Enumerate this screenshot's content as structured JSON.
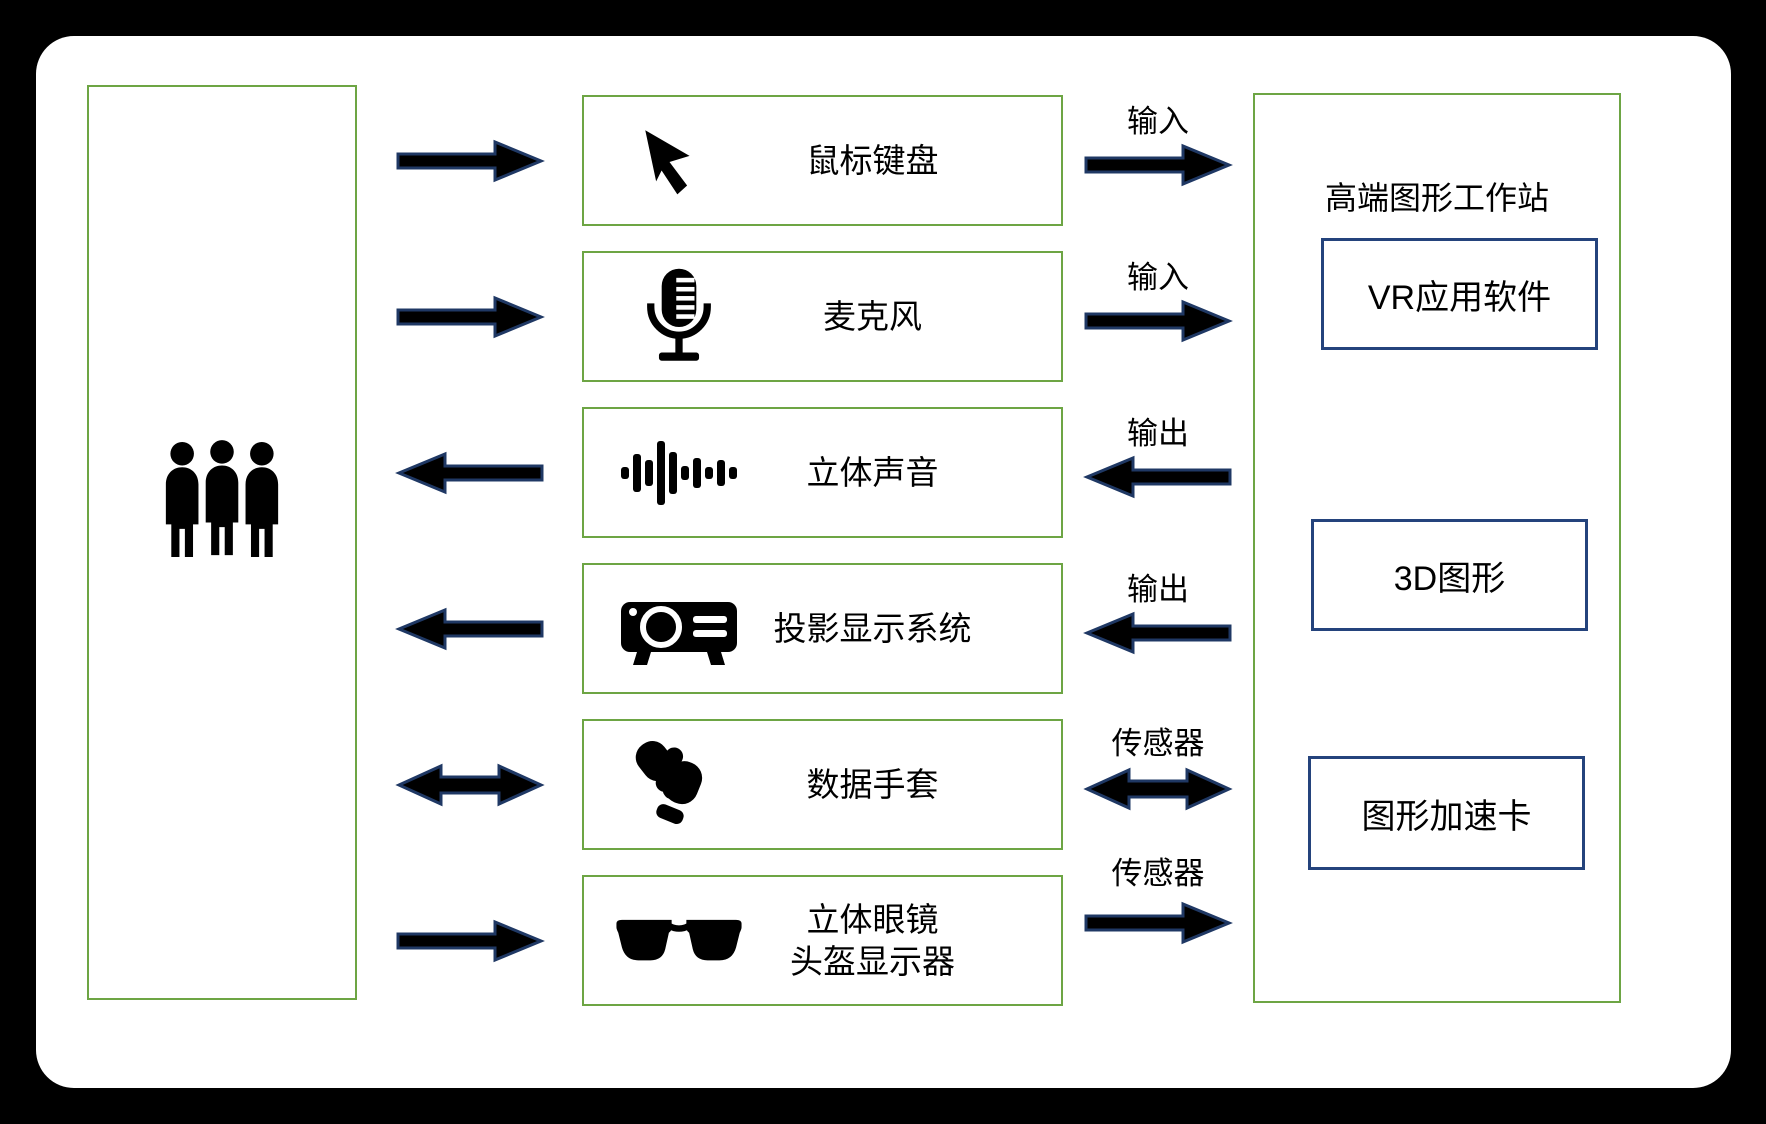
{
  "colors": {
    "background": "#000000",
    "card": "#ffffff",
    "green_border": "#6DA544",
    "blue_border": "#24437C",
    "arrow_fill": "#000000",
    "arrow_outline": "#1F3864"
  },
  "user": {
    "icon": "people-icon"
  },
  "devices": [
    {
      "label": "鼠标键盘",
      "icon": "mouse-cursor-icon",
      "user_arrow": "right",
      "ws_arrow": "right",
      "ws_label": "输入"
    },
    {
      "label": "麦克风",
      "icon": "microphone-icon",
      "user_arrow": "right",
      "ws_arrow": "right",
      "ws_label": "输入"
    },
    {
      "label": "立体声音",
      "icon": "sound-wave-icon",
      "user_arrow": "left",
      "ws_arrow": "left",
      "ws_label": "输出"
    },
    {
      "label": "投影显示系统",
      "icon": "projector-icon",
      "user_arrow": "left",
      "ws_arrow": "left",
      "ws_label": "输出"
    },
    {
      "label": "数据手套",
      "icon": "gloves-icon",
      "user_arrow": "both",
      "ws_arrow": "both",
      "ws_label": "传感器"
    },
    {
      "label": "立体眼镜",
      "label2": "头盔显示器",
      "icon": "sunglasses-icon",
      "user_arrow": "right",
      "ws_arrow": "right",
      "ws_label": "传感器"
    }
  ],
  "workstation": {
    "title": "高端图形工作站",
    "modules": [
      {
        "label": "VR应用软件"
      },
      {
        "label": "3D图形"
      },
      {
        "label": "图形加速卡"
      }
    ]
  }
}
